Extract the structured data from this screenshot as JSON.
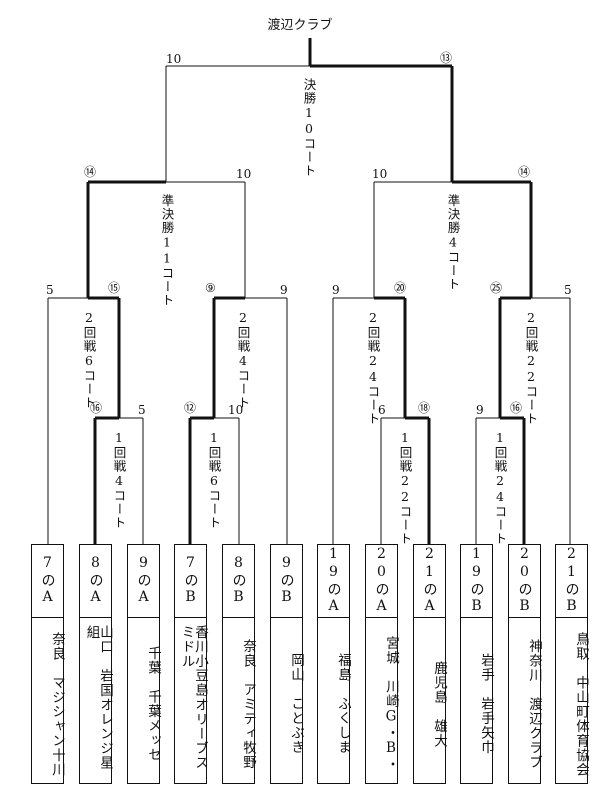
{
  "winner": "渡辺クラブ",
  "teams": [
    {
      "code": "7のA",
      "name": "奈良　マジシャン十川"
    },
    {
      "code": "8のA",
      "name": "山口　岩国オレンジ星組"
    },
    {
      "code": "9のA",
      "name": "千葉　千葉メッセ"
    },
    {
      "code": "7のB",
      "name": "香川小豆島オリーブスミドル"
    },
    {
      "code": "8のB",
      "name": "奈良　アミティ牧野"
    },
    {
      "code": "9のB",
      "name": "岡山　ことぶき"
    },
    {
      "code": "19のA",
      "name": "福島　ふくしま"
    },
    {
      "code": "20のA",
      "name": "宮城　川崎G・B・"
    },
    {
      "code": "21のA",
      "name": "鹿児島　雄大"
    },
    {
      "code": "19のB",
      "name": "岩手　岩手矢巾"
    },
    {
      "code": "20のB",
      "name": "神奈川　渡辺クラブ"
    },
    {
      "code": "21のB",
      "name": "鳥取　中山町体育協会"
    }
  ],
  "matches": {
    "final": {
      "round": "決勝",
      "court": "10コート",
      "score_left": "10",
      "score_right": "⑬"
    },
    "sf_left": {
      "round": "準決勝",
      "court": "11コート",
      "score_left": "⑭",
      "score_right": "10"
    },
    "sf_right": {
      "round": "準決勝",
      "court": "4コート",
      "score_left": "10",
      "score_right": "⑭"
    },
    "r2_a": {
      "round": "2回戦",
      "court": "6コート",
      "score_left": "5",
      "score_right": "⑮"
    },
    "r2_b": {
      "round": "2回戦",
      "court": "4コート",
      "score_left": "⑨",
      "score_right": "9"
    },
    "r2_c": {
      "round": "2回戦",
      "court": "24コート",
      "score_left": "9",
      "score_right": "⑳"
    },
    "r2_d": {
      "round": "2回戦",
      "court": "22コート",
      "score_left": "㉕",
      "score_right": "5"
    },
    "r1_a": {
      "round": "1回戦",
      "court": "4コート",
      "score_left": "⑯",
      "score_right": "5"
    },
    "r1_b": {
      "round": "1回戦",
      "court": "6コート",
      "score_left": "⑫",
      "score_right": "10"
    },
    "r1_c": {
      "round": "1回戦",
      "court": "22コート",
      "score_left": "6",
      "score_right": "⑱"
    },
    "r1_d": {
      "round": "1回戦",
      "court": "24コート",
      "score_left": "9",
      "score_right": "⑯"
    }
  }
}
